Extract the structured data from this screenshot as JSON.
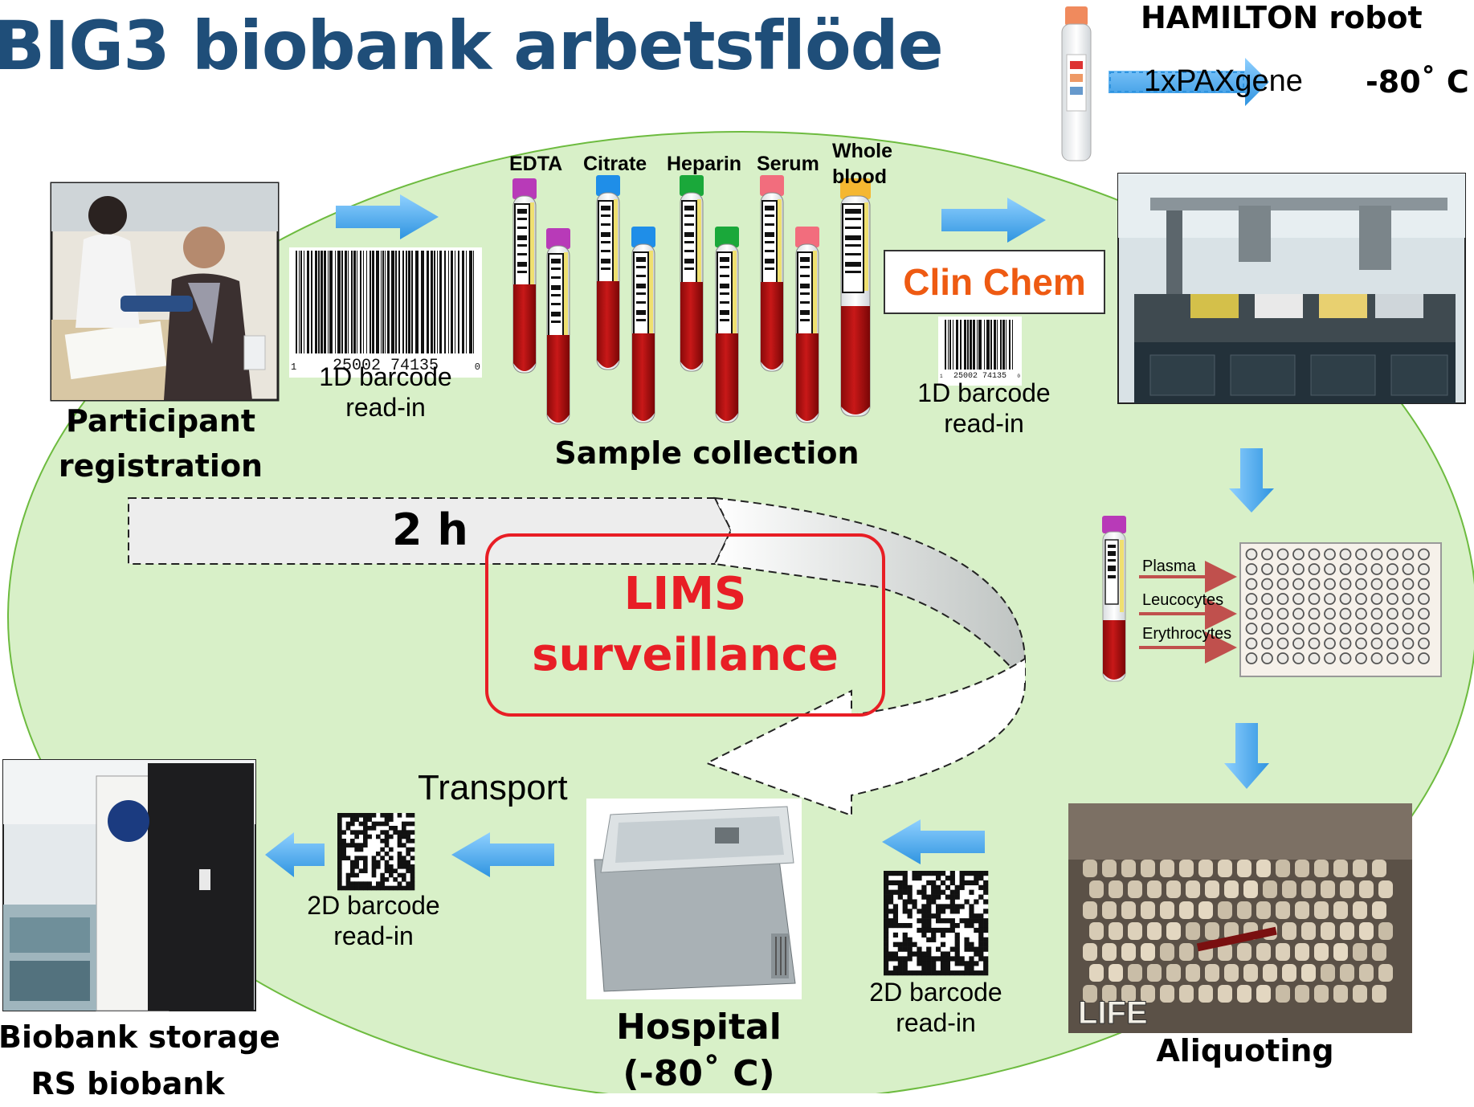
{
  "title": "BIG3 biobank arbetsflöde",
  "pax": {
    "label": "1xPAXgene",
    "temp": "-80˚ C"
  },
  "stations": {
    "registration": [
      "Participant",
      "registration"
    ],
    "sample_collection": "Sample collection",
    "hamilton": "HAMILTON robot",
    "aliquoting": "Aliquoting",
    "hospital": [
      "Hospital",
      "(-80˚ C)"
    ],
    "biobank": [
      "Biobank storage",
      "RS biobank"
    ]
  },
  "tube_labels": [
    "EDTA",
    "Citrate",
    "Heparin",
    "Serum",
    "Whole",
    "blood"
  ],
  "barcode_1d": {
    "line1": "1D barcode",
    "line2": "read-in",
    "digits": "25002 74135",
    "lead": "1",
    "trail": "0"
  },
  "barcode_2d": {
    "line1": "2D barcode",
    "line2": "read-in"
  },
  "clin_chem": "Clin Chem",
  "timer": "2 h",
  "lims": [
    "LIMS",
    "surveillance"
  ],
  "transport": "Transport",
  "fractions": [
    "Plasma",
    "Leucocytes",
    "Erythrocytes"
  ],
  "aliquot_brand": "LIFE",
  "colors": {
    "title": "#1f4e79",
    "ellipse": "#d8f0c8",
    "arrow": "#4aa8e8",
    "clin_chem": "#ee5a12",
    "lims": "#e81e25",
    "blood": "#b01010",
    "cap_purple": "#b83ab8",
    "cap_blue": "#1f8ee8",
    "cap_green": "#1aa83a",
    "cap_pink": "#f26d7d",
    "cap_yellow": "#f5b731"
  }
}
